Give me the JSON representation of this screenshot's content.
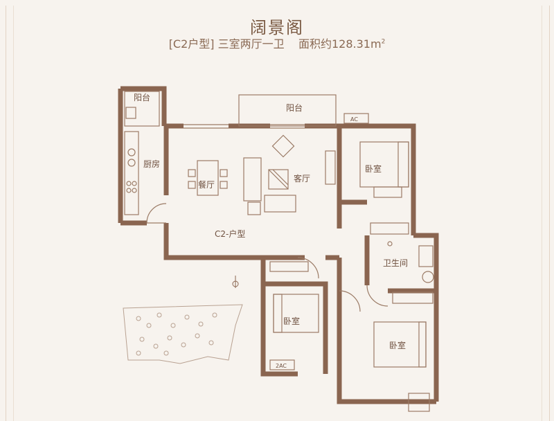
{
  "header": {
    "title": "阔景阁",
    "unit_type": "[C2户型]",
    "layout": "三室两厅一卫",
    "area_label": "面积约128.31m",
    "area_sup": "2"
  },
  "rooms": {
    "balcony_left": "阳台",
    "kitchen": "厨房",
    "balcony_top": "阳台",
    "dining": "餐厅",
    "living": "客厅",
    "bedroom_1": "卧室",
    "bathroom": "卫生间",
    "bedroom_2": "卧室",
    "bedroom_3": "卧室",
    "unit_name": "C2-户型"
  },
  "equipment": {
    "ac_top": "AC",
    "ac_bottom": "2AC"
  },
  "colors": {
    "wall": "#8a6550",
    "line": "#9b7b66",
    "background": "#f7f3ee"
  }
}
